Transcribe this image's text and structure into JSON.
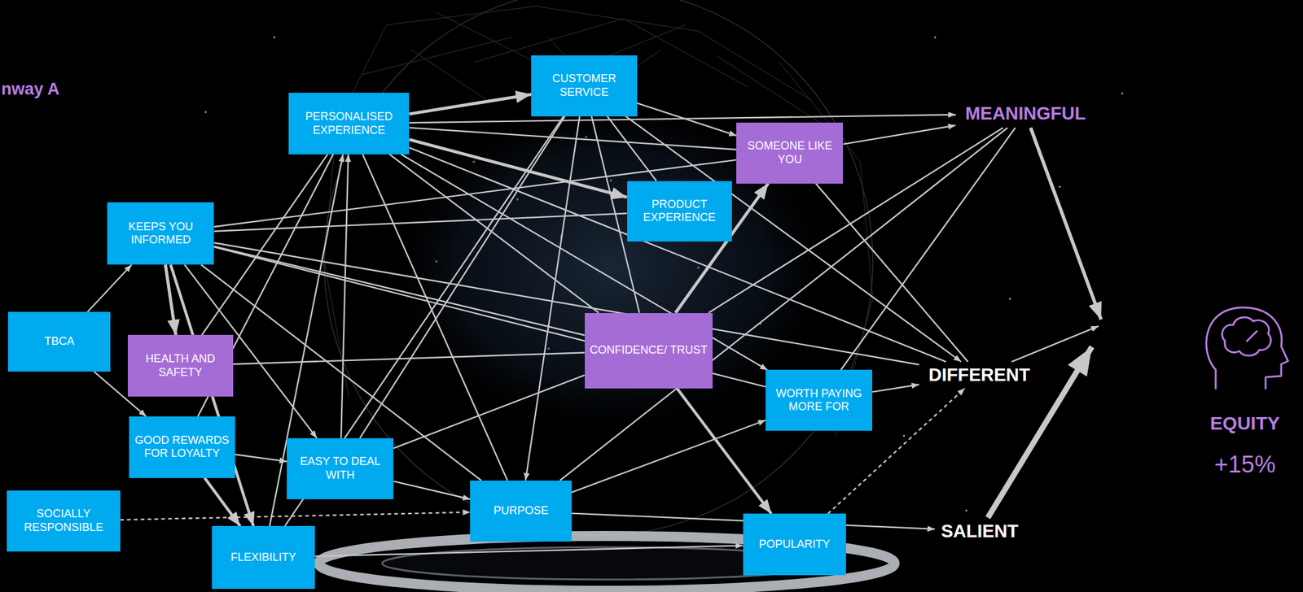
{
  "diagram": {
    "nodes": [
      {
        "text": [
          "TBCA"
        ]
      },
      {
        "text": [
          "KEEPS YOU INFORMED"
        ]
      },
      {
        "text": [
          "PERSONALISED EXPERIENCE"
        ]
      },
      {
        "text": [
          "CUSTOMER SERVICE"
        ]
      },
      {
        "text": [
          "SOMEONE LIKE YOU"
        ]
      },
      {
        "text": [
          "PRODUCT EXPERIENCE"
        ]
      },
      {
        "text": [
          "HEALTH AND SAFETY"
        ]
      },
      {
        "text": [
          "CONFIDENCE/ TRUST"
        ]
      },
      {
        "text": [
          "GOOD REWARDS FOR LOYALTY"
        ]
      },
      {
        "text": [
          "EASY TO DEAL WITH"
        ]
      },
      {
        "text": [
          "WORTH PAYING MORE FOR"
        ]
      },
      {
        "text": [
          "SOCIALLY RESPONSIBLE"
        ]
      },
      {
        "text": [
          "PURPOSE"
        ]
      },
      {
        "text": [
          "FLEXIBILITY"
        ]
      },
      {
        "text": [
          "POPULARITY"
        ]
      },
      {
        "text": [
          "MEANINGFUL"
        ]
      },
      {
        "text": [
          "DIFFERENT"
        ]
      },
      {
        "text": [
          "SALIENT"
        ]
      },
      {
        "text": [
          "EQUITY",
          "+15%"
        ]
      }
    ],
    "edges": [
      {
        "from": 0,
        "to": 1,
        "arrow": "to"
      },
      {
        "from": 0,
        "to": 8,
        "arrow": "to"
      },
      {
        "from": 1,
        "to": 6,
        "arrow": "to"
      },
      {
        "from": 1,
        "to": 4,
        "arrow": "none"
      },
      {
        "from": 1,
        "to": 5,
        "arrow": "none"
      },
      {
        "from": 1,
        "to": 7,
        "arrow": "none"
      },
      {
        "from": 1,
        "to": 10,
        "arrow": "none"
      },
      {
        "from": 1,
        "to": 16,
        "arrow": "none"
      },
      {
        "from": 1,
        "to": 9,
        "arrow": "to"
      },
      {
        "from": 1,
        "to": 13,
        "arrow": "to"
      },
      {
        "from": 1,
        "to": 12,
        "arrow": "none"
      },
      {
        "from": 2,
        "to": 3,
        "arrow": "to"
      },
      {
        "from": 2,
        "to": 15,
        "arrow": "to"
      },
      {
        "from": 2,
        "to": 5,
        "arrow": "to"
      },
      {
        "from": 2,
        "to": 4,
        "arrow": "none"
      },
      {
        "from": 2,
        "to": 10,
        "arrow": "to"
      },
      {
        "from": 2,
        "to": 16,
        "arrow": "none"
      },
      {
        "from": 2,
        "to": 12,
        "arrow": "none"
      },
      {
        "from": 9,
        "to": 2,
        "arrow": "to"
      },
      {
        "from": 13,
        "to": 2,
        "arrow": "to"
      },
      {
        "from": 8,
        "to": 2,
        "arrow": "none"
      },
      {
        "from": 6,
        "to": 2,
        "arrow": "none"
      },
      {
        "from": 3,
        "to": 4,
        "arrow": "to"
      },
      {
        "from": 3,
        "to": 5,
        "arrow": "none"
      },
      {
        "from": 3,
        "to": 12,
        "arrow": "to"
      },
      {
        "from": 3,
        "to": 16,
        "arrow": "to"
      },
      {
        "from": 3,
        "to": 9,
        "arrow": "none"
      },
      {
        "from": 3,
        "to": 13,
        "arrow": "none"
      },
      {
        "from": 7,
        "to": 4,
        "arrow": "to"
      },
      {
        "from": 7,
        "to": 14,
        "arrow": "to"
      },
      {
        "from": 7,
        "to": 6,
        "arrow": "none"
      },
      {
        "from": 7,
        "to": 3,
        "arrow": "none"
      },
      {
        "from": 7,
        "to": 9,
        "arrow": "none"
      },
      {
        "from": 7,
        "to": 15,
        "arrow": "none"
      },
      {
        "from": 4,
        "to": 15,
        "arrow": "to"
      },
      {
        "from": 4,
        "to": 16,
        "arrow": "none"
      },
      {
        "from": 10,
        "to": 16,
        "arrow": "to"
      },
      {
        "from": 10,
        "to": 15,
        "arrow": "none"
      },
      {
        "from": 12,
        "to": 10,
        "arrow": "to"
      },
      {
        "from": 12,
        "to": 17,
        "arrow": "to"
      },
      {
        "from": 9,
        "to": 12,
        "arrow": "to"
      },
      {
        "from": 8,
        "to": 13,
        "arrow": "to"
      },
      {
        "from": 8,
        "to": 9,
        "arrow": "to"
      },
      {
        "from": 11,
        "to": 12,
        "arrow": "to"
      },
      {
        "from": 13,
        "to": 14,
        "arrow": "to"
      },
      {
        "from": 14,
        "to": 16,
        "arrow": "to"
      },
      {
        "from": 15,
        "to": 18,
        "arrow": "to"
      },
      {
        "from": 16,
        "to": 18,
        "arrow": "to"
      },
      {
        "from": 17,
        "to": 18,
        "arrow": "to"
      },
      {
        "from": 12,
        "to": 15,
        "arrow": "none"
      },
      {
        "from": 2,
        "to": 7,
        "arrow": "none"
      }
    ],
    "labels": [
      "nway A"
    ]
  }
}
